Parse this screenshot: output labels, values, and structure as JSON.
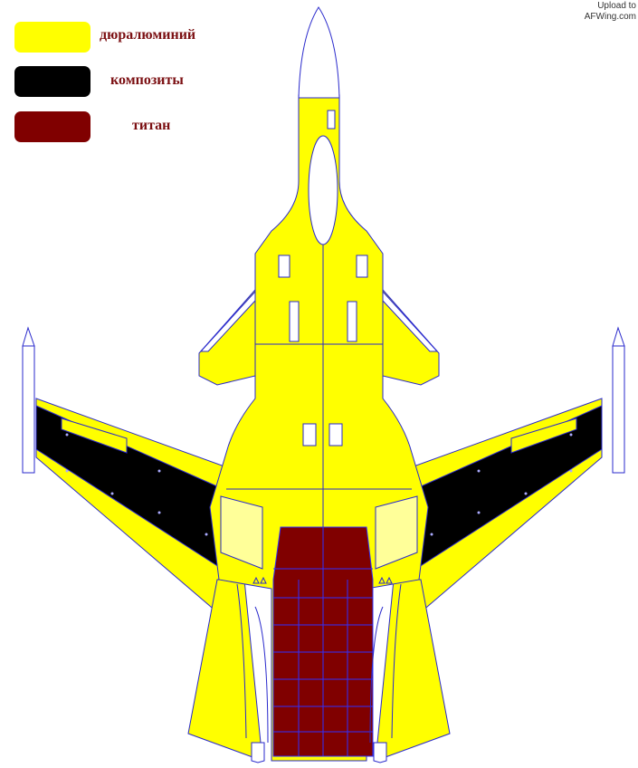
{
  "legend": [
    {
      "label": "дюралюминий",
      "color": "#ffff00"
    },
    {
      "label": "композиты",
      "color": "#000000"
    },
    {
      "label": "титан",
      "color": "#800000"
    }
  ],
  "watermark": {
    "line1": "Upload to",
    "line2": "AFWing.com"
  },
  "colors": {
    "duralumin": "#ffff00",
    "composite": "#000000",
    "titanium": "#800000",
    "pale": "#ffff99",
    "outline": "#2a2acc"
  }
}
